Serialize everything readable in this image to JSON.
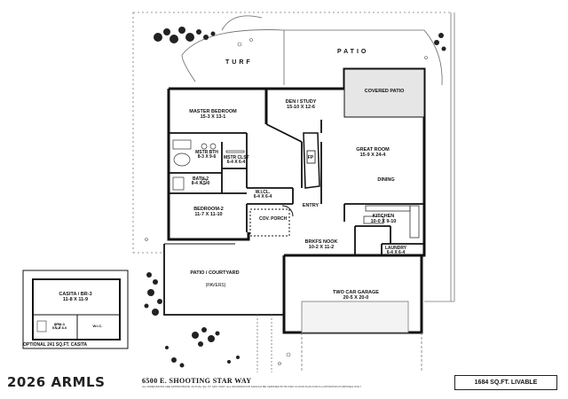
{
  "rooms": {
    "master_bedroom": {
      "name": "MASTER BEDROOM",
      "dim": "15-3 X 13-1"
    },
    "den_study": {
      "name": "DEN / STUDY",
      "dim": "15-10 X 12-6"
    },
    "covered_patio": {
      "name": "COVERED PATIO"
    },
    "great_room": {
      "name": "GREAT ROOM",
      "dim": "15-9 X 24-4"
    },
    "dining": {
      "name": "DINING"
    },
    "mstr_bth": {
      "name": "MSTR BTH",
      "dim": "8-3 X 9-6"
    },
    "mstr_clst": {
      "name": "MSTR CLST",
      "dim": "6-4 X 6-4"
    },
    "bath_2": {
      "name": "BATH-2",
      "dim": "8-4 X 5-0"
    },
    "wic": {
      "name": "W.I.CL.",
      "dim": "6-4 X 6-4"
    },
    "bedroom_2": {
      "name": "BEDROOM-2",
      "dim": "11-7 X 11-10"
    },
    "entry": {
      "name": "ENTRY"
    },
    "cov_porch": {
      "name": "COV. PORCH"
    },
    "kitchen": {
      "name": "KITCHEN",
      "dim": "10-0 X 9-10"
    },
    "brkfs_nook": {
      "name": "BRKFS NOOK",
      "dim": "10-2 X 11-2"
    },
    "laundry": {
      "name": "LAUNDRY",
      "dim": "6-4 X 6-4"
    },
    "patio_courtyard": {
      "name": "PATIO / COURTYARD",
      "sub": "(PAVERS)"
    },
    "two_car_garage": {
      "name": "TWO CAR GARAGE",
      "dim": "20-5 X 20-0"
    },
    "casita": {
      "name": "CASITA / BR-3",
      "dim": "11-8 X 11-9"
    },
    "casita_bath": {
      "name": "BTH-3",
      "dim": "5-0 X 8-0"
    },
    "casita_closet": {
      "name": "W.I.C."
    },
    "fireplace": {
      "name": "FP"
    }
  },
  "site": {
    "turf": "TURF",
    "patio": "PATIO"
  },
  "footer": {
    "watermark": "2026 ARMLS",
    "address": "6500 E. SHOOTING STAR WAY",
    "fine_print": "ALL DIMENSIONS ARE APPROXIMATE. ACTUAL SQ. FT. MAY VARY. ALL INFORMATION SHOULD BE VERIFIED BY BUYER. FLOOR PLAN FOR ILLUSTRATION PURPOSES ONLY.",
    "livable": "1684 SQ.FT. LIVABLE",
    "optional": "OPTIONAL 241 SQ.FT. CASITA"
  }
}
